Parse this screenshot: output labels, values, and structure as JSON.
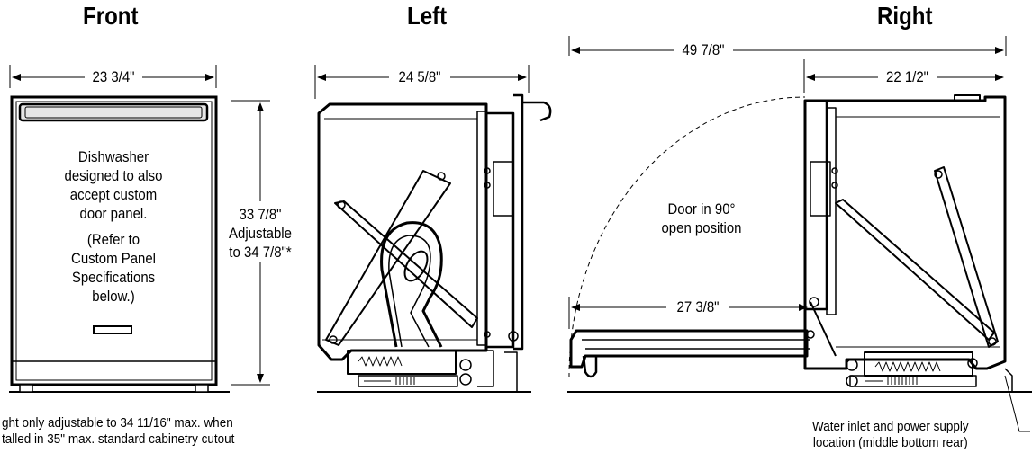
{
  "headers": {
    "front": "Front",
    "left": "Left",
    "right": "Right"
  },
  "dimensions": {
    "front_width": "23 3/4\"",
    "front_height": "33 7/8\"",
    "front_height_adj1": "Adjustable",
    "front_height_adj2": "to 34 7/8\"*",
    "left_depth": "24 5/8\"",
    "right_overall": "49 7/8\"",
    "right_depth": "22 1/2\"",
    "door_open_depth": "27 3/8\""
  },
  "front_text": {
    "line1": "Dishwasher",
    "line2": "designed to also",
    "line3": "accept custom",
    "line4": "door panel.",
    "line5": "(Refer to",
    "line6": "Custom Panel",
    "line7": "Specifications",
    "line8": "below.)"
  },
  "door_note": {
    "line1": "Door in 90°",
    "line2": "open position"
  },
  "footnote": {
    "line1": "ght only adjustable to 34 11/16\" max. when",
    "line2": "talled in 35\" max. standard cabinetry cutout"
  },
  "water_note": {
    "line1": "Water inlet and power supply",
    "line2": "location (middle bottom rear)"
  },
  "colors": {
    "ink": "#000000",
    "background": "#ffffff",
    "panel_gray": "#e6e6e6"
  }
}
